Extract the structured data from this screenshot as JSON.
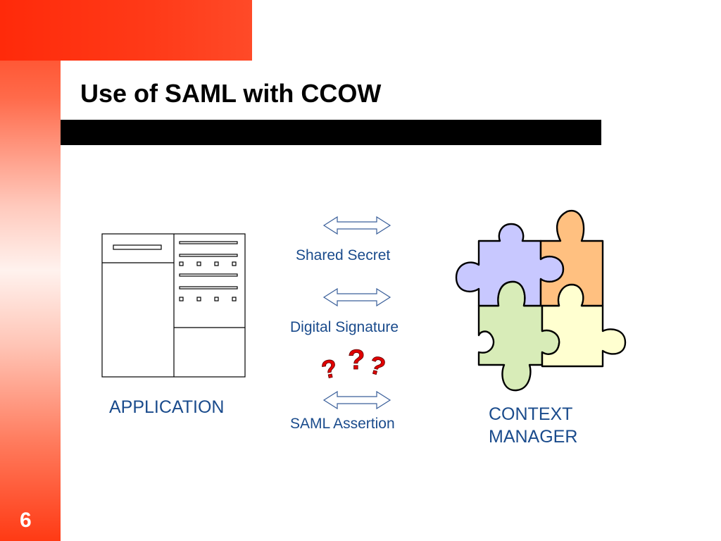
{
  "slide": {
    "title": "Use of SAML with CCOW",
    "page_number": "6"
  },
  "diagram": {
    "methods": {
      "shared_secret": "Shared Secret",
      "digital_signature": "Digital Signature",
      "saml_assertion": "SAML Assertion"
    },
    "application_label": "APPLICATION",
    "context_manager_label": [
      "CONTEXT",
      "MANAGER"
    ],
    "question_marks": "?",
    "colors": {
      "label_text": "#1a4b8c",
      "question_marks": "#e00000",
      "piece_lavender": "#c8c8ff",
      "piece_orange": "#ffc080",
      "piece_green": "#d8ecb8",
      "piece_yellow": "#ffffd0"
    }
  }
}
